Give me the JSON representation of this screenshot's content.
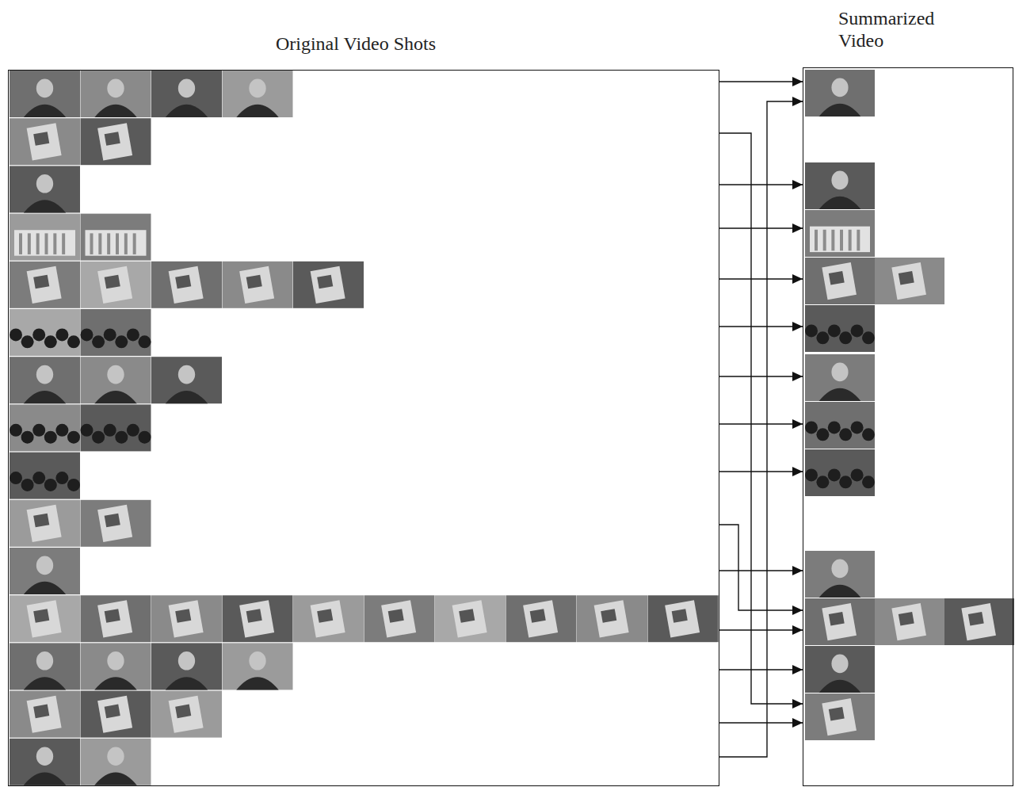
{
  "diagram": {
    "nodes": [
      {
        "text": [
          "Original Video Shots"
        ]
      },
      {
        "text": [
          "Summarized Video"
        ]
      }
    ],
    "edges": [
      {
        "from": 0,
        "to": 1,
        "arrow": "to"
      },
      {
        "from": 0,
        "to": 1,
        "arrow": "to"
      },
      {
        "from": 0,
        "to": 1,
        "arrow": "to"
      },
      {
        "from": 0,
        "to": 1,
        "arrow": "to"
      },
      {
        "from": 0,
        "to": 1,
        "arrow": "to"
      },
      {
        "from": 0,
        "to": 1,
        "arrow": "to"
      },
      {
        "from": 0,
        "to": 1,
        "arrow": "to"
      },
      {
        "from": 0,
        "to": 1,
        "arrow": "to"
      },
      {
        "from": 0,
        "to": 1,
        "arrow": "to"
      },
      {
        "from": 0,
        "to": 1,
        "arrow": "to"
      },
      {
        "from": 0,
        "to": 1,
        "arrow": "to"
      },
      {
        "from": 0,
        "to": 1,
        "arrow": "to"
      },
      {
        "from": 0,
        "to": 1,
        "arrow": "to"
      },
      {
        "from": 0,
        "to": 1,
        "arrow": "to"
      },
      {
        "from": 0,
        "to": 1,
        "arrow": "to"
      }
    ]
  }
}
